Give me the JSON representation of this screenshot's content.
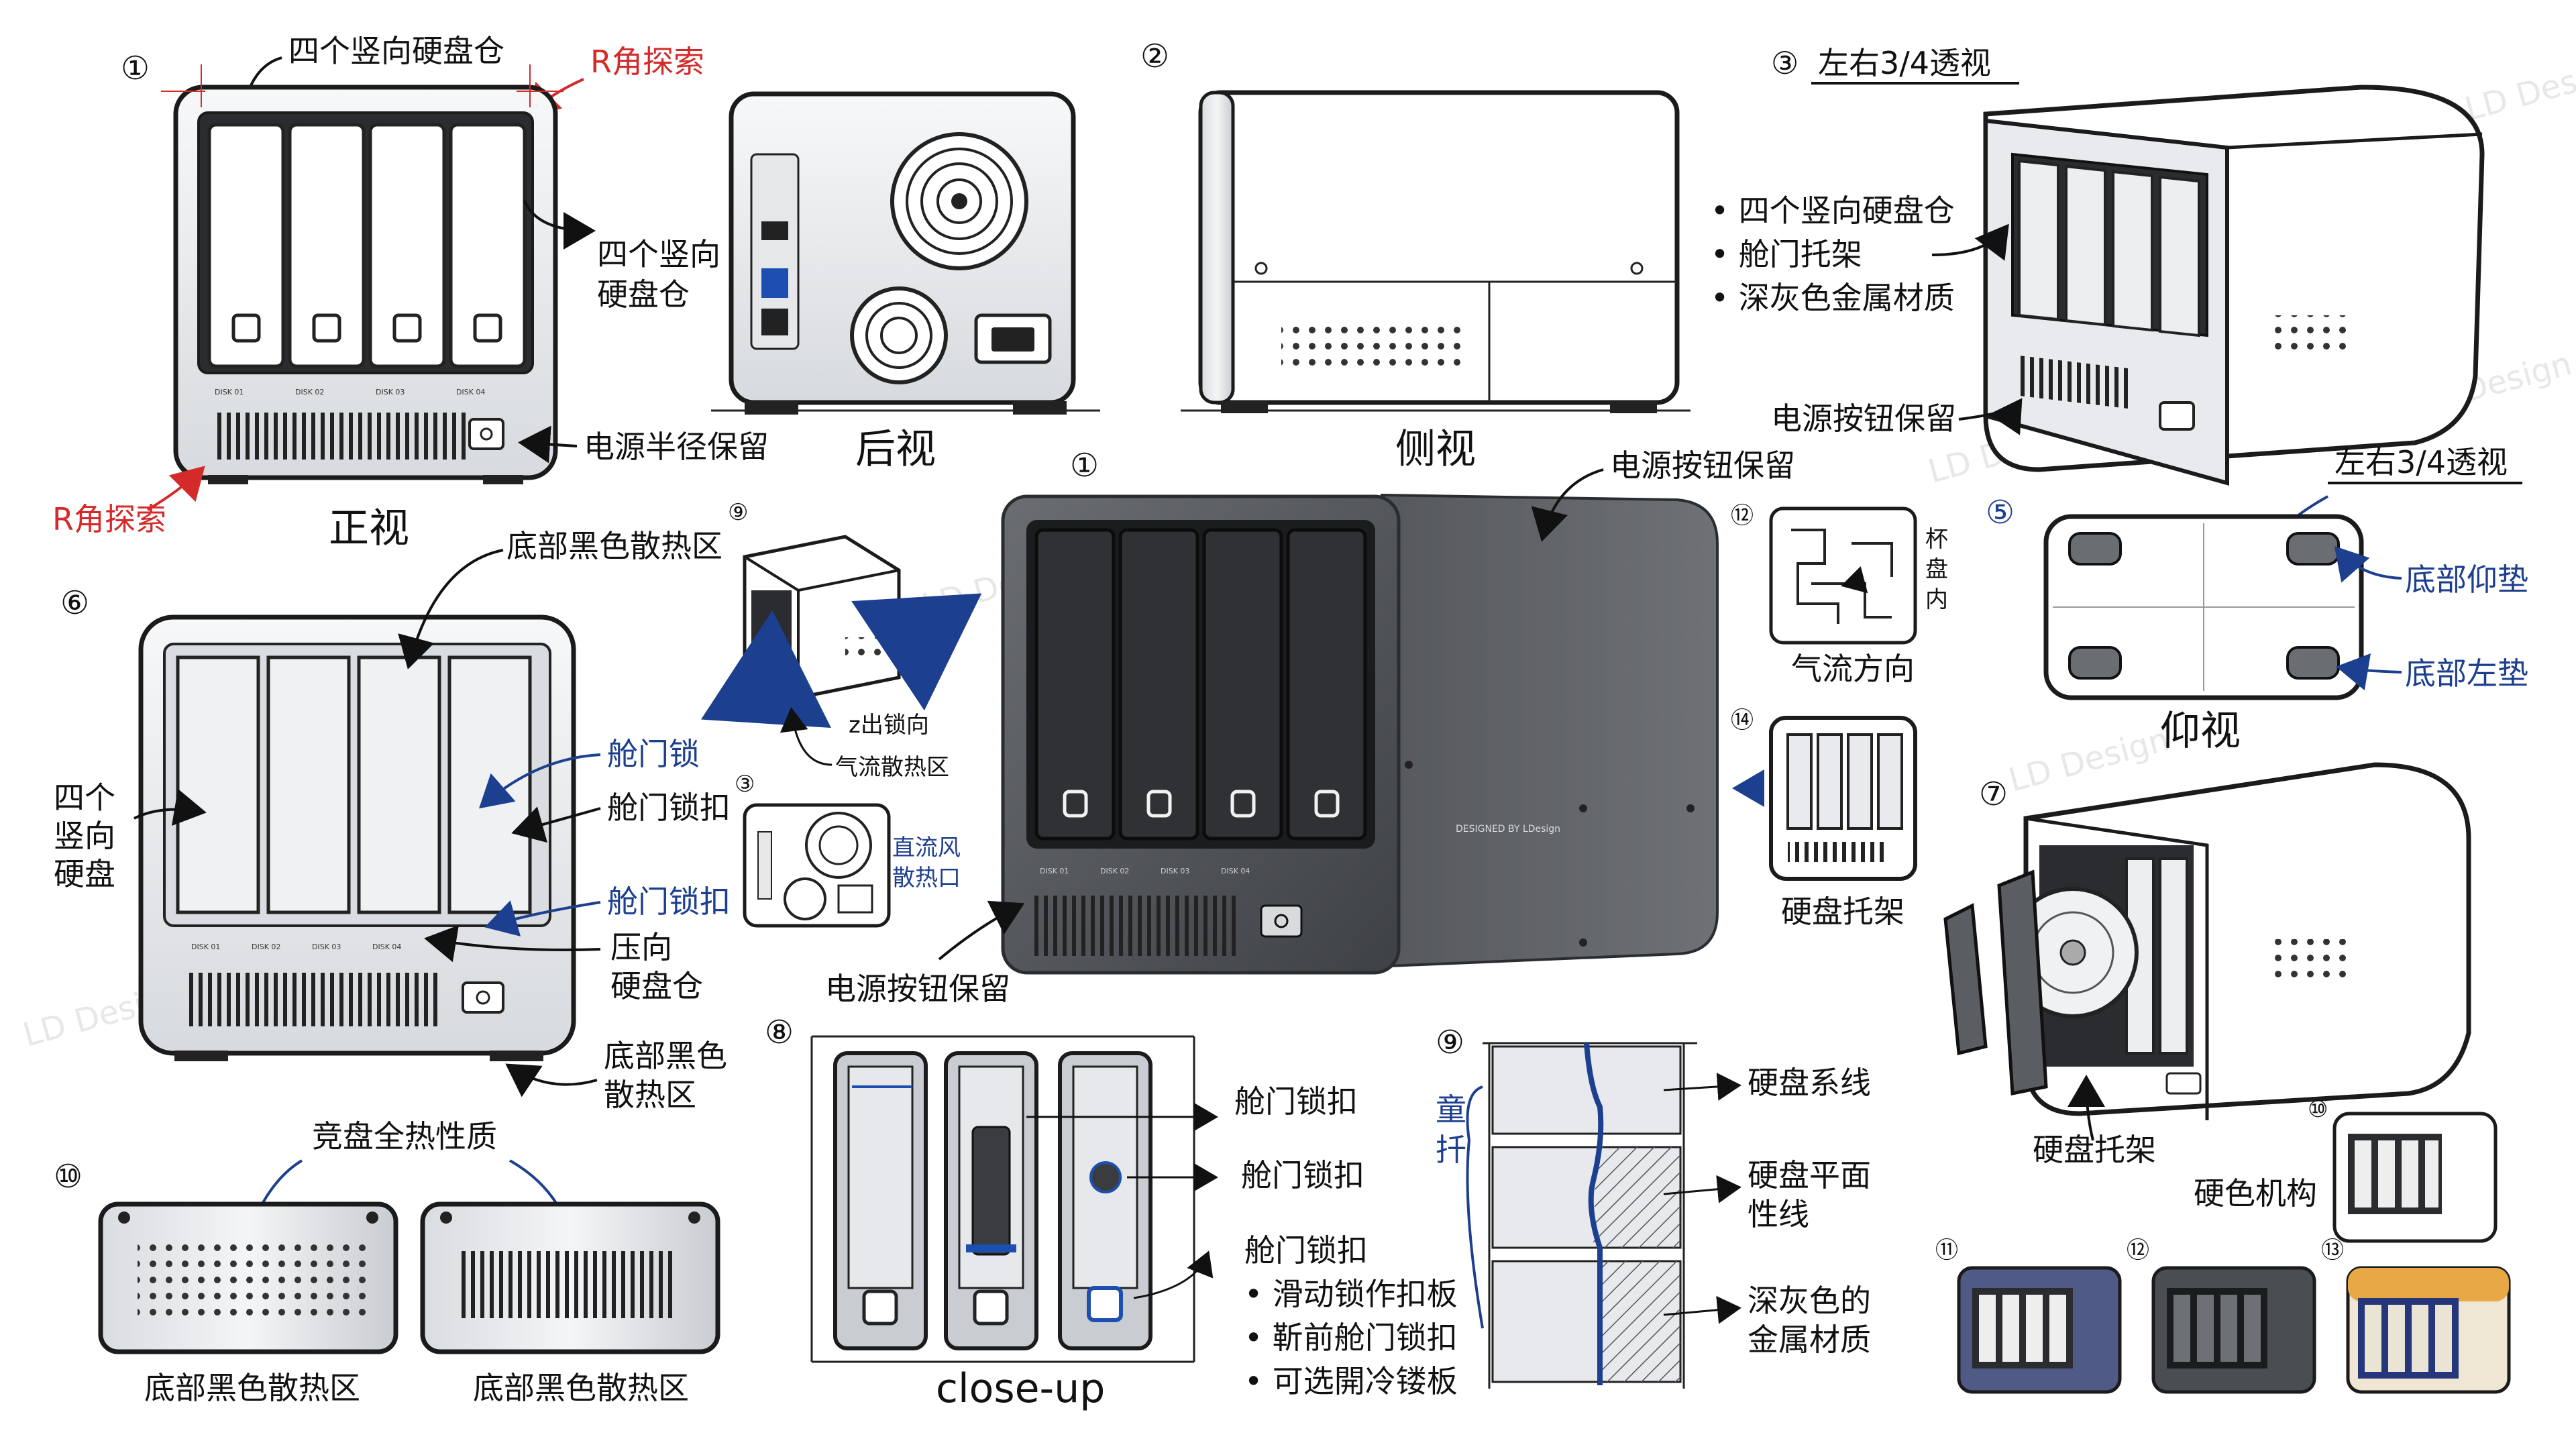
{
  "colors": {
    "ink": "#1b1b1b",
    "accent_red": "#d42a2a",
    "accent_blue": "#1d3f8f",
    "body_gray": "#5b5e62",
    "body_dark": "#2a2c2f",
    "light_panel": "#eef0f2"
  },
  "watermark": "LD Design",
  "front_view": {
    "num": "①",
    "callout_top": "四个竖向硬盘仓",
    "callout_red_top": "R角探索",
    "callout_side_1": "四个竖向",
    "callout_side_2": "硬盘仓",
    "callout_power": "电源半径保留",
    "callout_red_bottom": "R角探索",
    "title": "正视",
    "bay_labels": [
      "DISK 01",
      "DISK 02",
      "DISK 03",
      "DISK 04"
    ]
  },
  "rear_view": {
    "title": "后视"
  },
  "side_view": {
    "num": "②",
    "title": "侧视"
  },
  "three_quarter": {
    "num": "③",
    "title": "左右3/4透视",
    "bullets": [
      "• 四个竖向硬盘仓",
      "• 舱门托架",
      "• 深灰色金属材质"
    ],
    "callout_power": "电源按钮保留"
  },
  "bottom_view": {
    "num": "⑤",
    "title_top": "左右3/4透视",
    "foot_1": "底部仰垫",
    "foot_2": "底部左垫",
    "title": "仰视"
  },
  "hero": {
    "num": "①",
    "callout_top": "电源按钮保留",
    "callout_bottom": "电源按钮保留",
    "brand_text": "DESIGNED BY LDesign",
    "bay_labels": [
      "DISK 01",
      "DISK 02",
      "DISK 03",
      "DISK 04"
    ]
  },
  "open_view": {
    "num": "⑥",
    "callout_heat": "底部黑色散热区",
    "callout_left": [
      "四个",
      "竖向",
      "硬盘"
    ],
    "callout_lock": "舱门锁",
    "callout_latch": "舱门锁扣",
    "callout_latch2": "舱门锁扣",
    "callout_press_1": "压向",
    "callout_press_2": "硬盘仓",
    "callout_bottom_1": "底部黑色",
    "callout_bottom_2": "散热区",
    "bay_labels": [
      "DISK 01",
      "DISK 02",
      "DISK 03",
      "DISK 04"
    ]
  },
  "small_9": {
    "num": "⑨",
    "z_label": "z出锁向",
    "air_label": "气流散热区"
  },
  "small_3": {
    "num": "③",
    "label_1": "直流风",
    "label_2": "散热口"
  },
  "airflow": {
    "num": "⑫",
    "side_label": [
      "杯",
      "盘",
      "内"
    ],
    "title": "气流方向"
  },
  "tray_14": {
    "num": "⑭",
    "title": "硬盘托架"
  },
  "tray_7": {
    "num": "⑦",
    "title": "硬盘托架"
  },
  "closeup": {
    "num": "⑧",
    "callouts": [
      "舱门锁扣",
      "舱门锁扣",
      "舱门锁扣"
    ],
    "bullets": [
      "• 滑动锁作扣板",
      "• 靳前舱门锁扣",
      "• 可选開冷镂板"
    ],
    "title": "close-up"
  },
  "section_9": {
    "num": "⑨",
    "side_label": [
      "童",
      "扦"
    ],
    "callouts": [
      "硬盘系线",
      "硬盘平面",
      "性线",
      "深灰色的",
      "金属材质"
    ]
  },
  "vents_10": {
    "num": "⑩",
    "title": "竞盘全热性质",
    "label_left": "底部黑色散热区",
    "label_right": "底部黑色散热区"
  },
  "colors_section": {
    "num_10": "⑩",
    "title": "硬色机构",
    "num_11": "⑪",
    "num_12": "⑫",
    "num_13": "⑬"
  }
}
